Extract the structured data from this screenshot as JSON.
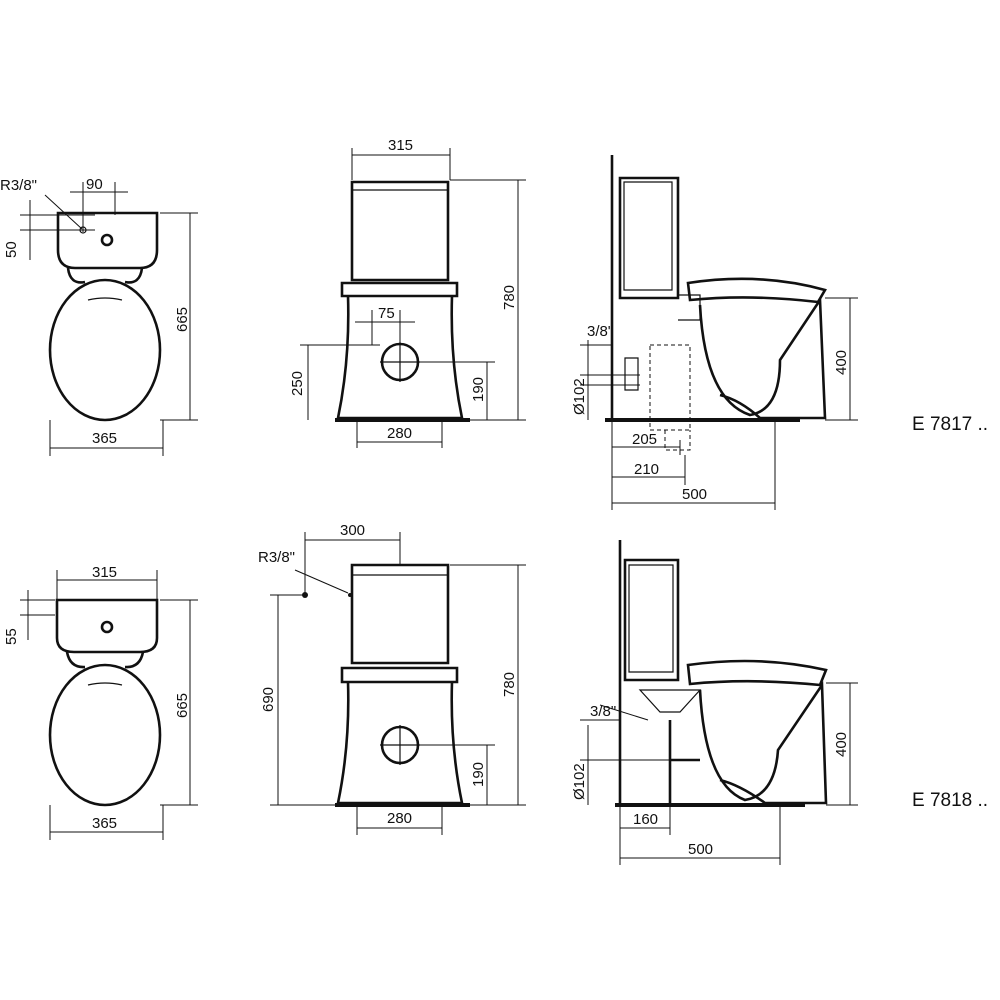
{
  "models": [
    {
      "code": "E 7817 ..",
      "plan": {
        "connection": "R3/8\"",
        "offset_x": "90",
        "offset_y": "50",
        "depth": "665",
        "width": "365"
      },
      "front": {
        "tank_width": "315",
        "height": "780",
        "outlet_offset": "75",
        "outlet_height": "250",
        "outlet_center": "190",
        "base_width": "280"
      },
      "side": {
        "connection": "3/8\"",
        "outlet_diameter": "Ø102",
        "seat_height": "400",
        "outlet_dist_1": "205",
        "outlet_dist_2": "210",
        "length": "500"
      }
    },
    {
      "code": "E 7818 ..",
      "plan": {
        "tank_width": "315",
        "offset_y": "55",
        "depth": "665",
        "width": "365"
      },
      "front": {
        "connection": "R3/8\"",
        "inlet_offset": "300",
        "inlet_height": "690",
        "height": "780",
        "outlet_center": "190",
        "base_width": "280"
      },
      "side": {
        "connection": "3/8\"",
        "outlet_diameter": "Ø102",
        "seat_height": "400",
        "outlet_dist": "160",
        "length": "500"
      }
    }
  ]
}
